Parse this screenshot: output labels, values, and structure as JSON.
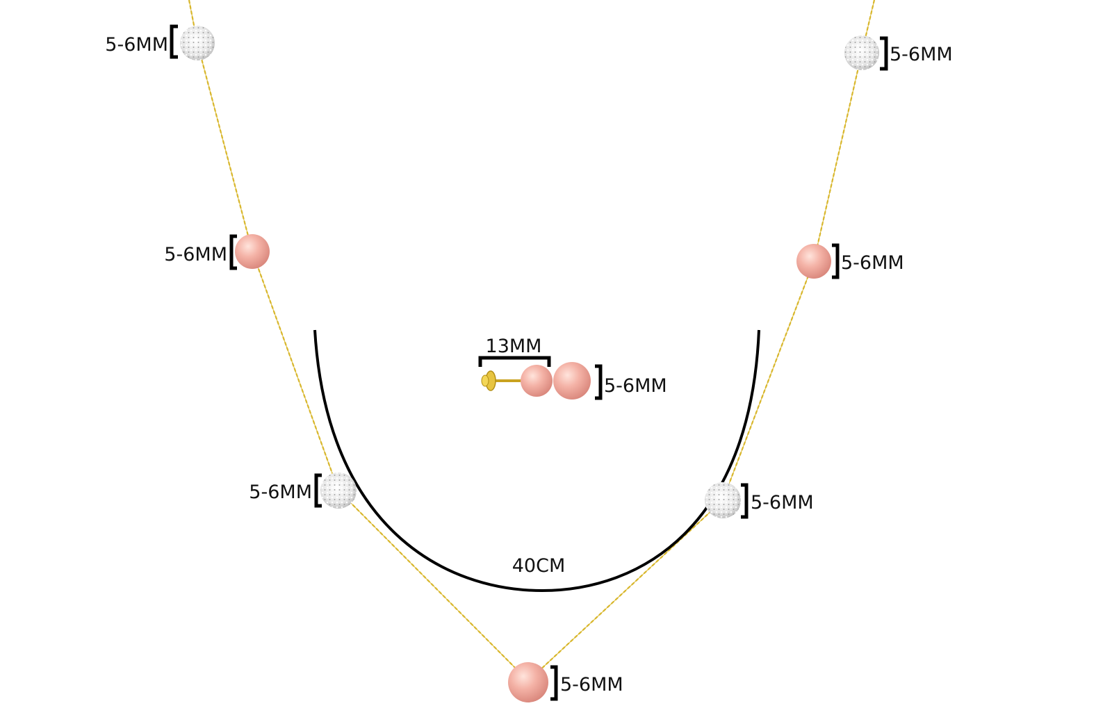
{
  "colors": {
    "chain": "#d8b62a",
    "pearl": "#f1aba0",
    "crystal": "#e2e2e2",
    "measure_line": "#000000"
  },
  "labels": {
    "crystal_top_left": "5-6MM",
    "crystal_top_right": "5-6MM",
    "pearl_mid_left": "5-6MM",
    "pearl_mid_right": "5-6MM",
    "crystal_low_left": "5-6MM",
    "crystal_low_right": "5-6MM",
    "pearl_bottom": "5-6MM",
    "earring_width": "13MM",
    "earring_pearl": "5-6MM",
    "necklace_length": "40CM"
  },
  "icons": [
    "crystal-ball-icon",
    "pink-pearl-icon",
    "earring-post-icon"
  ]
}
